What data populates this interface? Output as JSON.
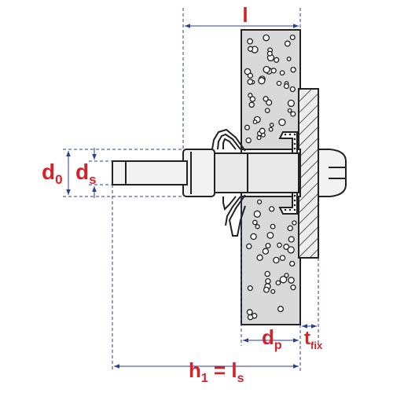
{
  "labels": {
    "l": "l",
    "d0_main": "d",
    "d0_sub": "0",
    "ds_main": "d",
    "ds_sub": "s",
    "dp_main": "d",
    "dp_sub": "p",
    "tfix_main": "t",
    "tfix_sub": "fix",
    "h1_main": "h",
    "h1_sub": "1",
    "h1_eq": " = l",
    "h1_sub2": "s"
  },
  "colors": {
    "label": "#d2232a",
    "dimension": "#2b3f8f",
    "ink": "#222222",
    "concrete": "#d9d9d9",
    "plate": "#e6e6e6",
    "anchor": "#e9e9e9"
  }
}
